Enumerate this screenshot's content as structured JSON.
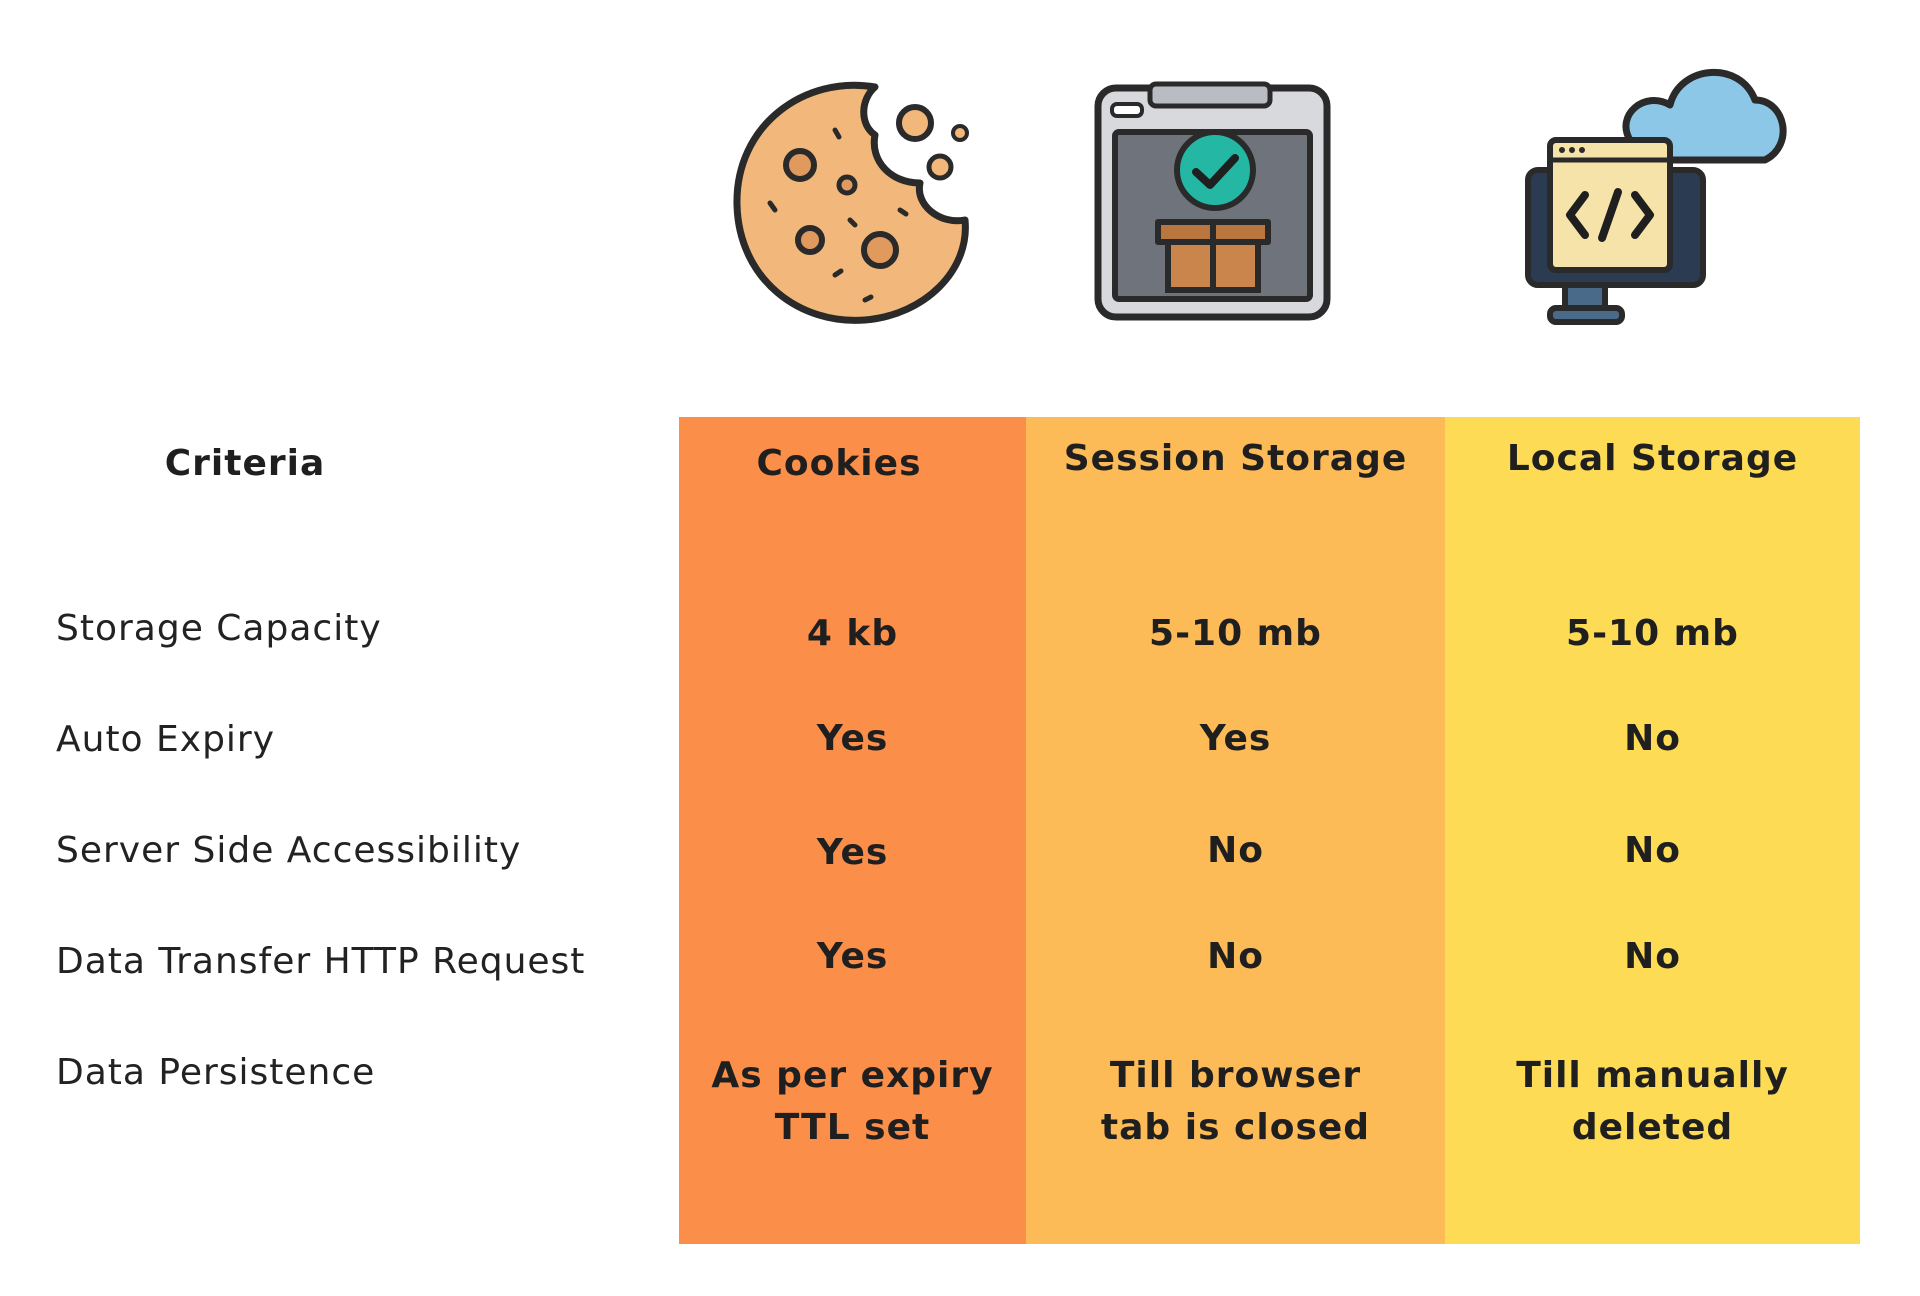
{
  "criteria_header": "Criteria",
  "columns": [
    {
      "name": "Cookies",
      "color": "#fb8e49"
    },
    {
      "name": "Session Storage",
      "color": "#fdbb58"
    },
    {
      "name": "Local Storage",
      "color": "#fddb54"
    }
  ],
  "rows": [
    {
      "label": "Storage Capacity",
      "values": [
        "4 kb",
        "5-10 mb",
        "5-10 mb"
      ]
    },
    {
      "label": "Auto Expiry",
      "values": [
        "Yes",
        "Yes",
        "No"
      ]
    },
    {
      "label": "Server Side Accessibility",
      "values": [
        "Yes",
        "No",
        "No"
      ]
    },
    {
      "label": "Data Transfer HTTP Request",
      "values": [
        "Yes",
        "No",
        "No"
      ]
    },
    {
      "label": "Data Persistence",
      "values": [
        "As per expiry TTL set",
        "Till browser tab is closed",
        "Till manually deleted"
      ]
    }
  ],
  "icons": [
    "cookie-icon",
    "session-storage-browser-icon",
    "local-storage-cloud-code-icon"
  ]
}
